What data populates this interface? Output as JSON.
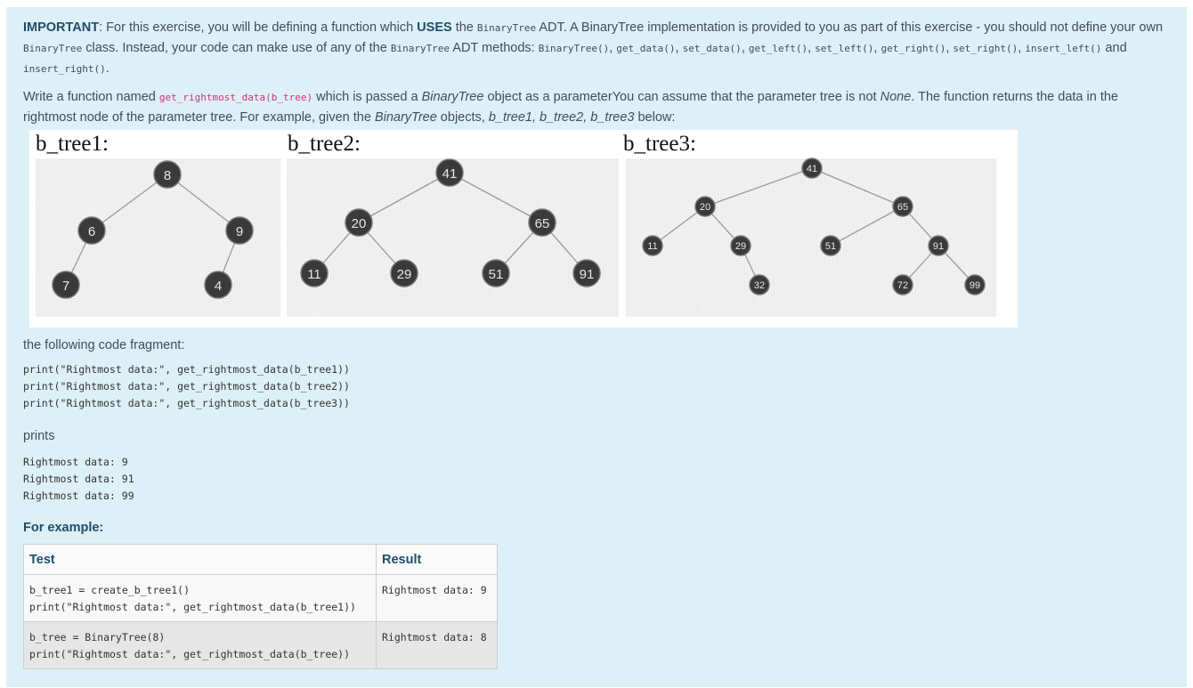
{
  "intro": {
    "important_label": "IMPORTANT",
    "t1": ": For this exercise, you will be defining a function which ",
    "uses": "USES",
    "t2": " the ",
    "code_binarytree": "BinaryTree",
    "t3": " ADT. A BinaryTree implementation is provided to you as part of this exercise - you should not define your own ",
    "t4": " class. Instead, your code can make use of any of the ",
    "t5": " ADT methods: ",
    "methods": [
      "BinaryTree()",
      "get_data()",
      "set_data()",
      "get_left()",
      "set_left()",
      "get_right()",
      "set_right()",
      "insert_left()"
    ],
    "and_text": " and ",
    "last_method": "insert_right()",
    "period": "."
  },
  "task": {
    "t1": "Write a function named ",
    "fn_name": "get_rightmost_data(b_tree)",
    "t2": " which is passed a ",
    "binarytree_it": "BinaryTree",
    "t3": " object as a parameterYou can assume that the parameter tree is not ",
    "none_it": "None",
    "t4": ". The function returns the data in the rightmost node of the parameter tree.   For example, given the ",
    "t5": " objects, ",
    "tree_names": "b_tree1, b_tree2, b_tree3",
    "t6": " below:"
  },
  "figure": {
    "titles": [
      "b_tree1:",
      "b_tree2:",
      "b_tree3:"
    ],
    "tree1": [
      "8",
      "6",
      "9",
      "7",
      "4"
    ],
    "tree2": [
      "41",
      "20",
      "65",
      "11",
      "29",
      "51",
      "91"
    ],
    "tree3": [
      "41",
      "20",
      "65",
      "11",
      "29",
      "51",
      "91",
      "32",
      "72",
      "99"
    ]
  },
  "following_label": "the following code fragment:",
  "code_fragment": "print(\"Rightmost data:\", get_rightmost_data(b_tree1))\nprint(\"Rightmost data:\", get_rightmost_data(b_tree2))\nprint(\"Rightmost data:\", get_rightmost_data(b_tree3))",
  "prints_label": "prints",
  "output": "Rightmost data: 9\nRightmost data: 91\nRightmost data: 99",
  "for_example": "For example:",
  "table": {
    "headers": [
      "Test",
      "Result"
    ],
    "rows": [
      {
        "test": "b_tree1 = create_b_tree1()\nprint(\"Rightmost data:\", get_rightmost_data(b_tree1))",
        "result": "Rightmost data: 9"
      },
      {
        "test": "b_tree = BinaryTree(8)\nprint(\"Rightmost data:\", get_rightmost_data(b_tree))",
        "result": "Rightmost data: 8"
      }
    ]
  }
}
